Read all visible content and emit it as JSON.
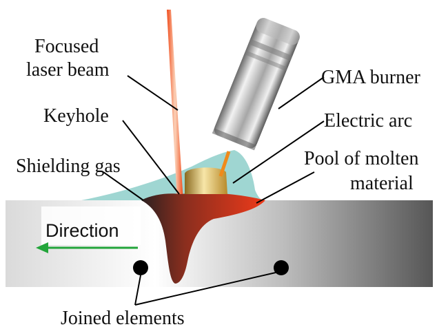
{
  "labels": {
    "focused_line1": "Focused",
    "focused_line2": "laser beam",
    "gma_burner": "GMA burner",
    "keyhole": "Keyhole",
    "electric_arc": "Electric arc",
    "shielding_gas": "Shielding gas",
    "pool_line1": "Pool of molten",
    "pool_line2": "material",
    "direction": "Direction",
    "joined_elements": "Joined elements"
  },
  "colors": {
    "laser_beam": "#f04a1a",
    "shielding_gas": "#9fd6d2",
    "molten_pool": "#e8381c",
    "keyhole_dark": "#3a2a2a",
    "arc": "#d9b24a",
    "direction_arrow": "#22a53a",
    "joined_elements": "#000000"
  },
  "icons": {
    "direction_arrow": "left-arrow-icon",
    "burner": "gma-burner-nozzle-icon"
  }
}
